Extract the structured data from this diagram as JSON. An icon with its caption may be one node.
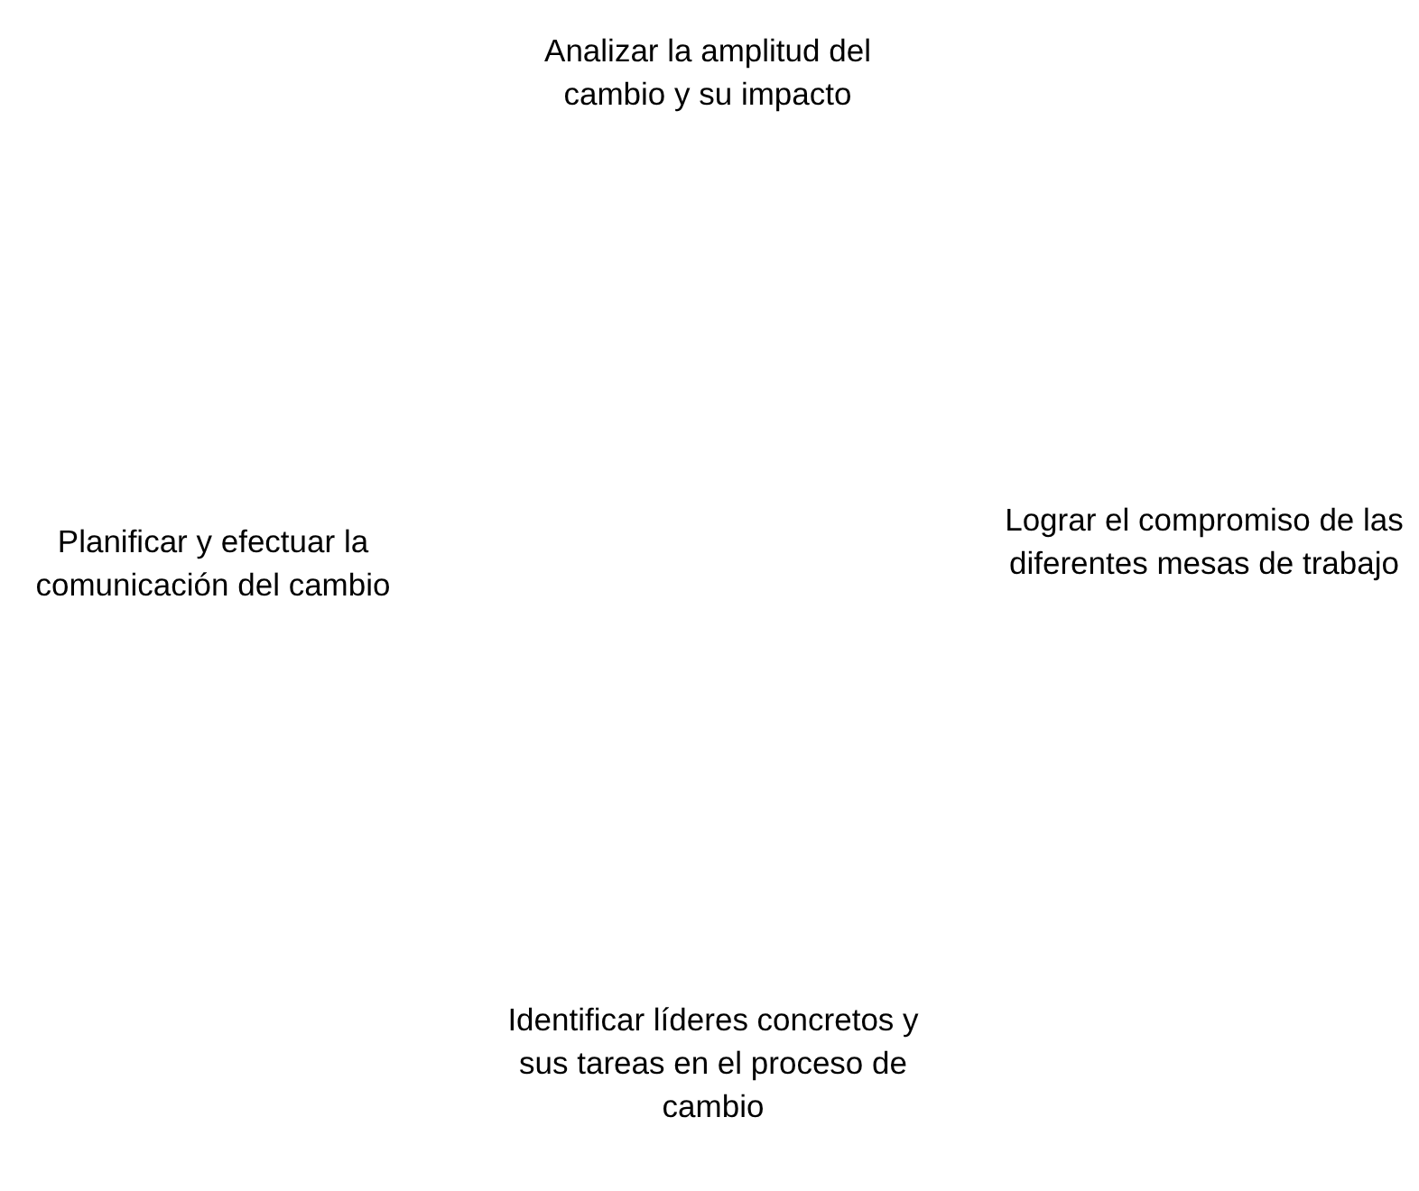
{
  "diagram": {
    "labels": [
      "Analizar la amplitud del cambio y su impacto",
      "Planificar y efectuar la comunicación del cambio",
      "Lograr el compromiso de las diferentes mesas de trabajo",
      "Identificar líderes concretos y sus tareas en el proceso de cambio"
    ]
  }
}
